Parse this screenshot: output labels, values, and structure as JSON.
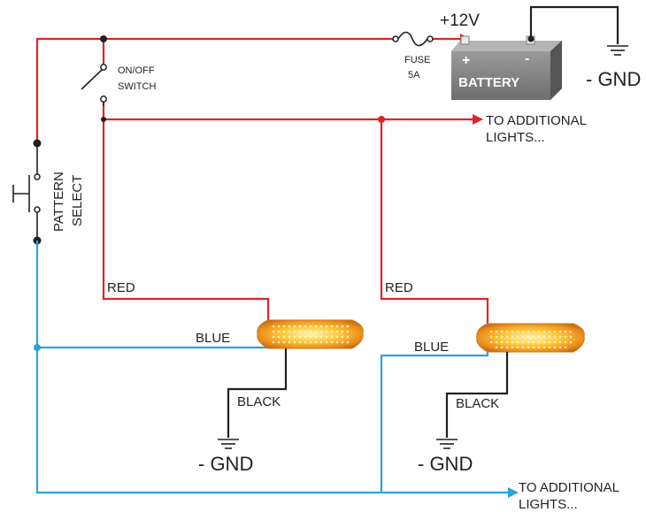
{
  "labels": {
    "supply": "+12V",
    "fuse": "FUSE",
    "fuse_rating": "5A",
    "battery": "BATTERY",
    "battery_pos": "+",
    "battery_neg": "-",
    "gnd_battery": "- GND",
    "switch_line1": "ON/OFF",
    "switch_line2": "SWITCH",
    "pattern_line1": "PATTERN",
    "pattern_line2": "SELECT",
    "to_additional_top_1": "TO ADDITIONAL",
    "to_additional_top_2": "LIGHTS...",
    "to_additional_bottom_1": "TO ADDITIONAL",
    "to_additional_bottom_2": "LIGHTS...",
    "light1_red": "RED",
    "light1_blue": "BLUE",
    "light1_black": "BLACK",
    "light1_gnd": "- GND",
    "light2_red": "RED",
    "light2_blue": "BLUE",
    "light2_black": "BLACK",
    "light2_gnd": "- GND"
  },
  "colors": {
    "red_wire": "#e2232a",
    "blue_wire": "#2ea3d8",
    "black_wire": "#231f20",
    "battery_body": "#7d7d7d",
    "light_glow": "#f5a623"
  }
}
